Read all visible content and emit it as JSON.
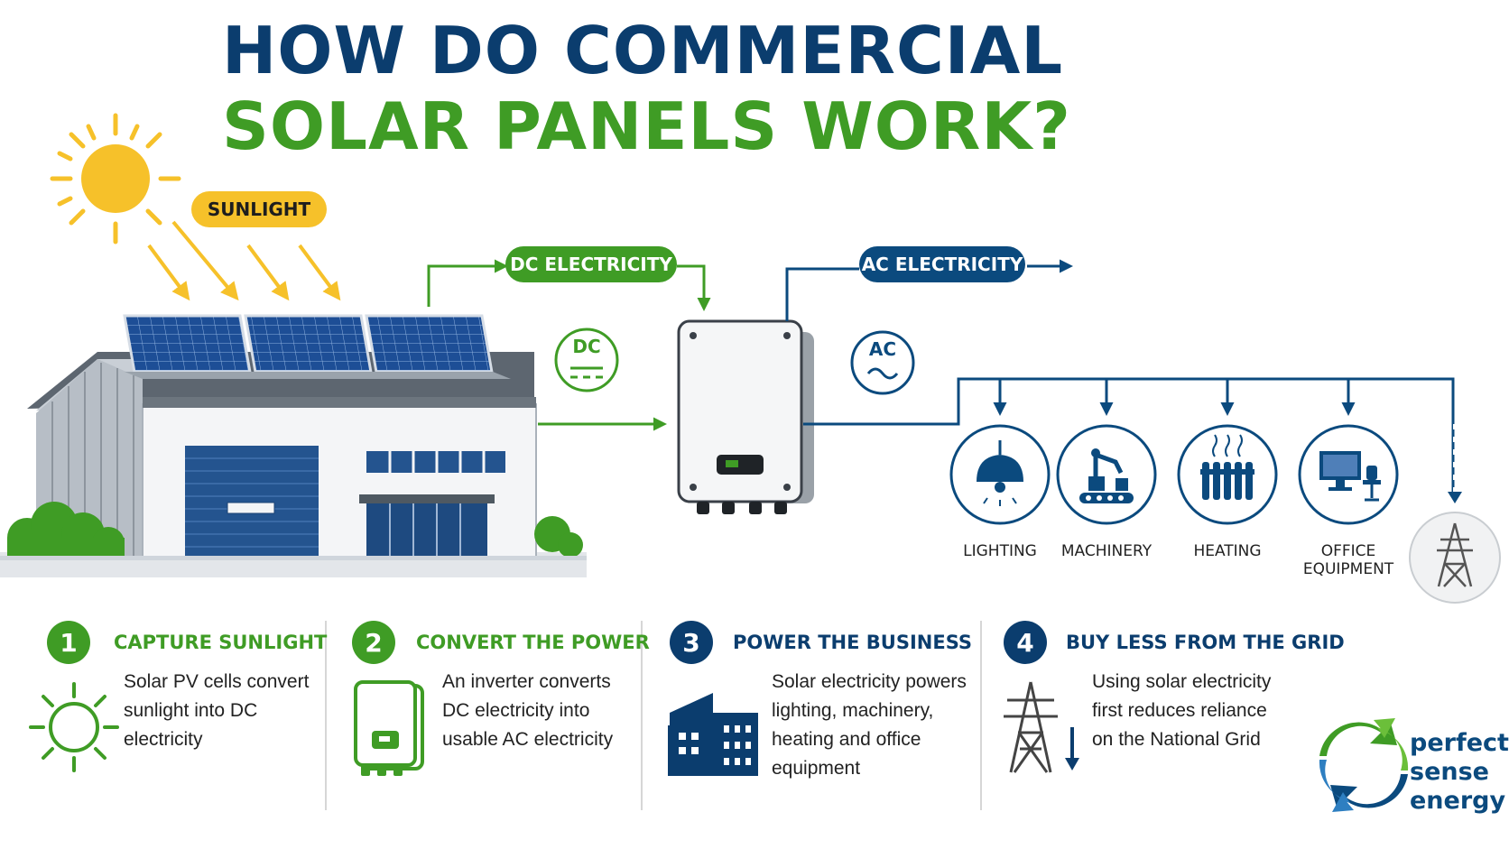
{
  "title": {
    "line1": "HOW DO COMMERCIAL",
    "line2": "SOLAR PANELS WORK?"
  },
  "flow": {
    "sunlight_label": "SUNLIGHT",
    "dc_label": "DC ELECTRICITY",
    "ac_label": "AC ELECTRICITY",
    "dc_symbol": "DC",
    "ac_symbol": "AC"
  },
  "loads": [
    {
      "label": "LIGHTING",
      "icon": "lamp-icon"
    },
    {
      "label": "MACHINERY",
      "icon": "robot-arm-icon"
    },
    {
      "label": "HEATING",
      "icon": "radiator-icon"
    },
    {
      "label": "OFFICE",
      "label2": "EQUIPMENT",
      "icon": "computer-desk-icon"
    }
  ],
  "grid_icon": "pylon-icon",
  "steps": [
    {
      "num": "1",
      "title": "CAPTURE SUNLIGHT",
      "desc": [
        "Solar PV cells convert",
        "sunlight into DC",
        "electricity"
      ],
      "icon": "sun-outline-icon"
    },
    {
      "num": "2",
      "title": "CONVERT THE POWER",
      "desc": [
        "An inverter converts",
        "DC electricity into",
        "usable AC electricity"
      ],
      "icon": "inverter-icon"
    },
    {
      "num": "3",
      "title": "POWER THE BUSINESS",
      "desc": [
        "Solar electricity powers",
        "lighting, machinery,",
        "heating and office",
        "equipment"
      ],
      "icon": "building-icon"
    },
    {
      "num": "4",
      "title": "BUY LESS FROM THE GRID",
      "desc": [
        "Using solar electricity",
        "first reduces reliance",
        "on the National Grid"
      ],
      "icon": "pylon-down-icon"
    }
  ],
  "logo": {
    "line1": "perfect",
    "line2": "sense",
    "line3": "energy"
  },
  "colors": {
    "navy": "#0b3d6e",
    "green": "#3f9c25",
    "yellow": "#f6c12a"
  }
}
